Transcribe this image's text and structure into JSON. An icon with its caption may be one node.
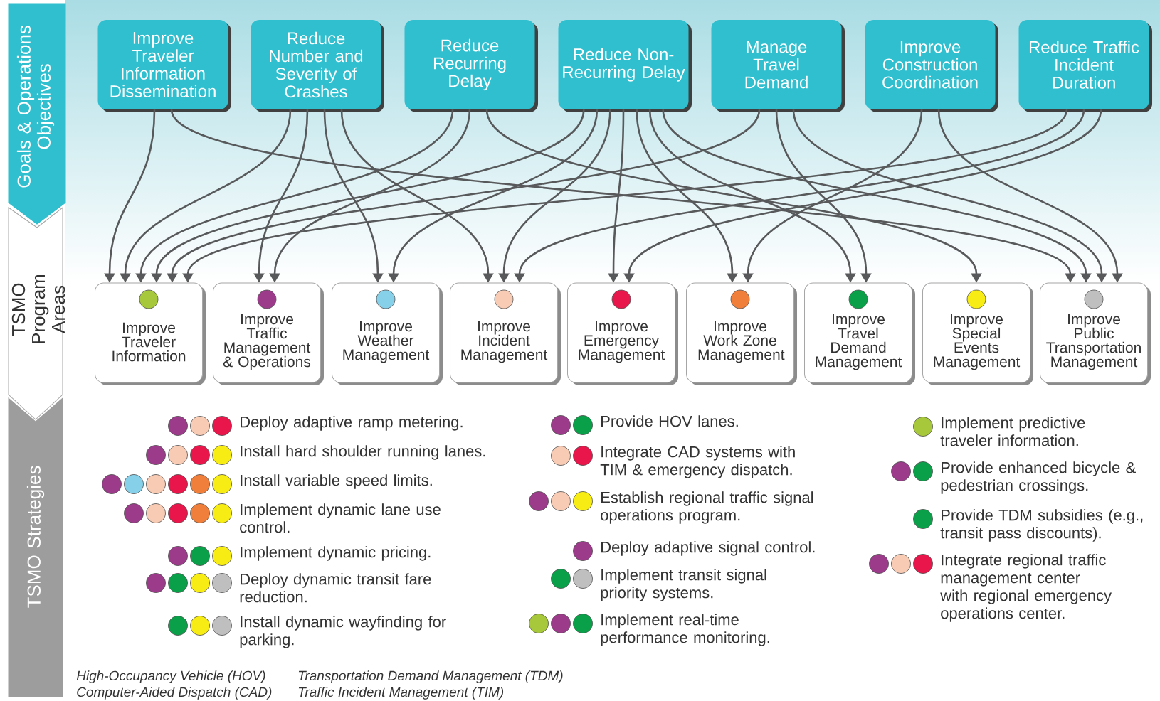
{
  "diagram": {
    "nodes": [
      {
        "text": [
          "Goals & Operations Objectives"
        ]
      },
      {
        "text": [
          "TSMO Program Areas"
        ]
      },
      {
        "text": [
          "TSMO Strategies"
        ]
      },
      {
        "text": [
          "Improve Traveler Information Dissemination"
        ]
      },
      {
        "text": [
          "Reduce Number and Severity of Crashes"
        ]
      },
      {
        "text": [
          "Reduce Recurring Delay"
        ]
      },
      {
        "text": [
          "Reduce Non-Recurring Delay"
        ]
      },
      {
        "text": [
          "Manage Travel Demand"
        ]
      },
      {
        "text": [
          "Improve Construction Coordination"
        ]
      },
      {
        "text": [
          "Reduce Traffic Incident Duration"
        ]
      },
      {
        "text": [
          "Improve Traveler Information"
        ]
      },
      {
        "text": [
          "Improve Traffic Management & Operations"
        ]
      },
      {
        "text": [
          "Improve Weather Management"
        ]
      },
      {
        "text": [
          "Improve Incident Management"
        ]
      },
      {
        "text": [
          "Improve Emergency Management"
        ]
      },
      {
        "text": [
          "Improve Work Zone Management"
        ]
      },
      {
        "text": [
          "Improve Travel Demand Management"
        ]
      },
      {
        "text": [
          "Improve Special Events Management"
        ]
      },
      {
        "text": [
          "Improve Public Transportation Management"
        ]
      }
    ],
    "edges": [
      {
        "from": 3,
        "to": 10,
        "arrow": "to"
      },
      {
        "from": 3,
        "to": 18,
        "arrow": "to"
      },
      {
        "from": 4,
        "to": 10,
        "arrow": "to"
      },
      {
        "from": 4,
        "to": 11,
        "arrow": "to"
      },
      {
        "from": 4,
        "to": 12,
        "arrow": "to"
      },
      {
        "from": 4,
        "to": 13,
        "arrow": "to"
      },
      {
        "from": 5,
        "to": 10,
        "arrow": "to"
      },
      {
        "from": 5,
        "to": 11,
        "arrow": "to"
      },
      {
        "from": 5,
        "to": 17,
        "arrow": "to"
      },
      {
        "from": 6,
        "to": 10,
        "arrow": "to"
      },
      {
        "from": 6,
        "to": 12,
        "arrow": "to"
      },
      {
        "from": 6,
        "to": 13,
        "arrow": "to"
      },
      {
        "from": 6,
        "to": 14,
        "arrow": "to"
      },
      {
        "from": 6,
        "to": 15,
        "arrow": "to"
      },
      {
        "from": 6,
        "to": 16,
        "arrow": "to"
      },
      {
        "from": 6,
        "to": 18,
        "arrow": "to"
      },
      {
        "from": 7,
        "to": 10,
        "arrow": "to"
      },
      {
        "from": 7,
        "to": 16,
        "arrow": "to"
      },
      {
        "from": 7,
        "to": 18,
        "arrow": "to"
      },
      {
        "from": 8,
        "to": 15,
        "arrow": "to"
      },
      {
        "from": 8,
        "to": 18,
        "arrow": "to"
      },
      {
        "from": 9,
        "to": 10,
        "arrow": "to"
      },
      {
        "from": 9,
        "to": 13,
        "arrow": "to"
      },
      {
        "from": 9,
        "to": 14,
        "arrow": "to"
      }
    ],
    "labels": [
      "Deploy adaptive ramp metering.",
      "Install hard shoulder running lanes.",
      "Install variable speed limits.",
      "Implement dynamic lane use control.",
      "Implement dynamic pricing.",
      "Deploy dynamic transit fare reduction.",
      "Install dynamic wayfinding for parking.",
      "Provide HOV lanes.",
      "Integrate CAD systems with TIM & emergency dispatch.",
      "Establish regional traffic signal operations program.",
      "Deploy adaptive signal control.",
      "Implement transit signal priority systems.",
      "Implement real-time performance monitoring.",
      "Implement predictive traveler information.",
      "Provide enhanced bicycle & pedestrian crossings.",
      "Provide TDM subsidies (e.g., transit pass discounts).",
      "Integrate regional traffic management center with regional emergency operations center.",
      "High-Occupancy Vehicle (HOV)",
      "Transportation Demand Management (TDM)",
      "Computer-Aided Dispatch (CAD)",
      "Traffic Incident Management (TIM)"
    ]
  }
}
